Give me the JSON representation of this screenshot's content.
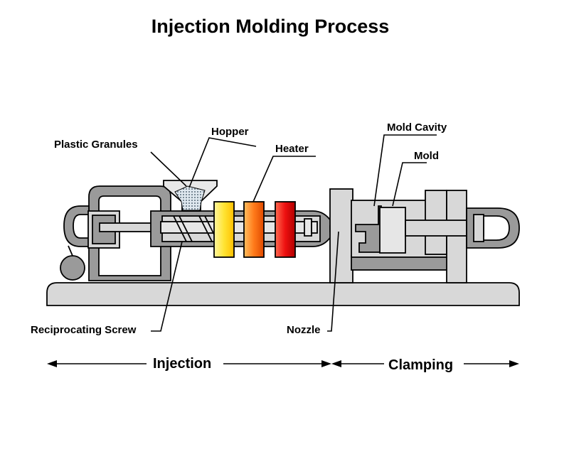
{
  "title": "Injection Molding Process",
  "labels": {
    "plastic_granules": "Plastic Granules",
    "hopper": "Hopper",
    "heater": "Heater",
    "mold_cavity": "Mold Cavity",
    "mold": "Mold",
    "reciprocating_screw": "Reciprocating Screw",
    "nozzle": "Nozzle"
  },
  "sections": {
    "injection": "Injection",
    "clamping": "Clamping"
  },
  "colors": {
    "machine_gray": "#d8d8d8",
    "dark_gray": "#9a9a9a",
    "band_outline": "#7a7a7a",
    "heater_1": "#ffe433",
    "heater_2": "#ff7a1a",
    "heater_3": "#ee1010"
  }
}
